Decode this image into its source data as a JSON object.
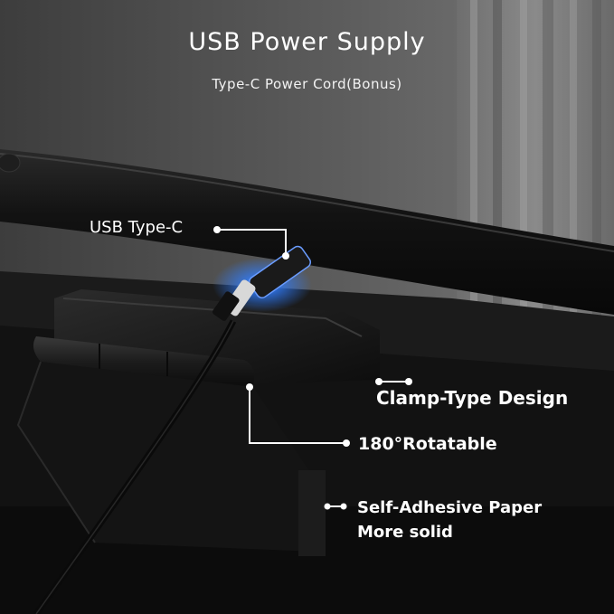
{
  "header": {
    "title": "USB Power Supply",
    "subtitle": "Type-C Power Cord(Bonus)"
  },
  "callouts": {
    "usb_type_c": "USB Type-C",
    "clamp_type": "Clamp-Type Design",
    "rotatable": "180°Rotatable",
    "adhesive_line1": "Self-Adhesive Paper",
    "adhesive_line2": "More solid"
  },
  "colors": {
    "text": "#ffffff",
    "connector_glow": "#2f7dff",
    "product": "#161616"
  }
}
